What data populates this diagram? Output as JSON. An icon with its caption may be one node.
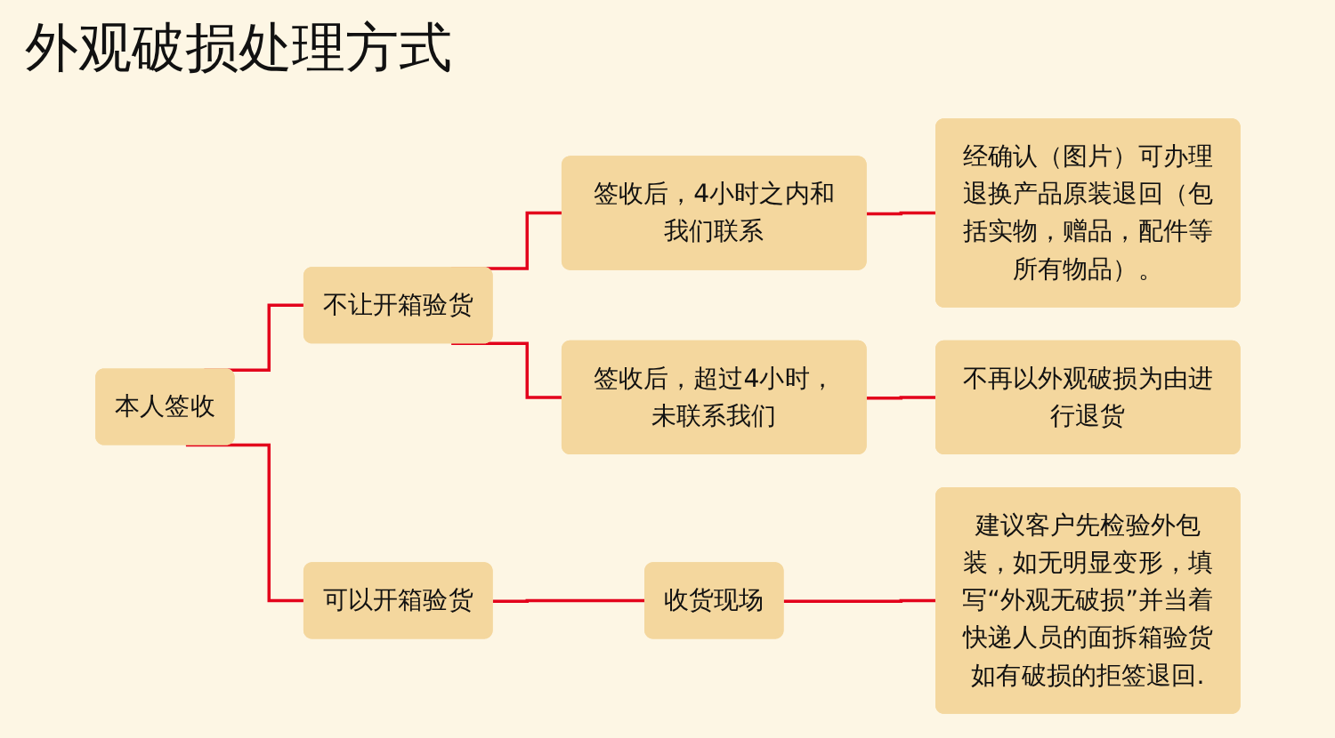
{
  "diagram": {
    "title": "外观破损处理方式",
    "nodes": [
      {
        "text": [
          "本人签收"
        ]
      },
      {
        "text": [
          "不让开箱验货"
        ]
      },
      {
        "text": [
          "签收后，4小时之内和我们联系"
        ]
      },
      {
        "text": [
          "经确认（图片）可办理退换产品原装退回（包括实物，赠品，配件等所有物品）。"
        ]
      },
      {
        "text": [
          "签收后，超过4小时，未联系我们"
        ]
      },
      {
        "text": [
          "不再以外观破损为由进行退货"
        ]
      },
      {
        "text": [
          "可以开箱验货"
        ]
      },
      {
        "text": [
          "收货现场"
        ]
      },
      {
        "text": [
          "建议客户先检验外包装，如无明显变形，填写“外观无破损”并当着快递人员的面拆箱验货如有破损的拒签退回."
        ]
      }
    ],
    "edges": [
      {
        "from": 0,
        "to": 1,
        "arrow": "none"
      },
      {
        "from": 1,
        "to": 2,
        "arrow": "none"
      },
      {
        "from": 2,
        "to": 3,
        "arrow": "none"
      },
      {
        "from": 1,
        "to": 4,
        "arrow": "none"
      },
      {
        "from": 4,
        "to": 5,
        "arrow": "none"
      },
      {
        "from": 0,
        "to": 6,
        "arrow": "none"
      },
      {
        "from": 6,
        "to": 7,
        "arrow": "none"
      },
      {
        "from": 7,
        "to": 8,
        "arrow": "none"
      }
    ]
  }
}
